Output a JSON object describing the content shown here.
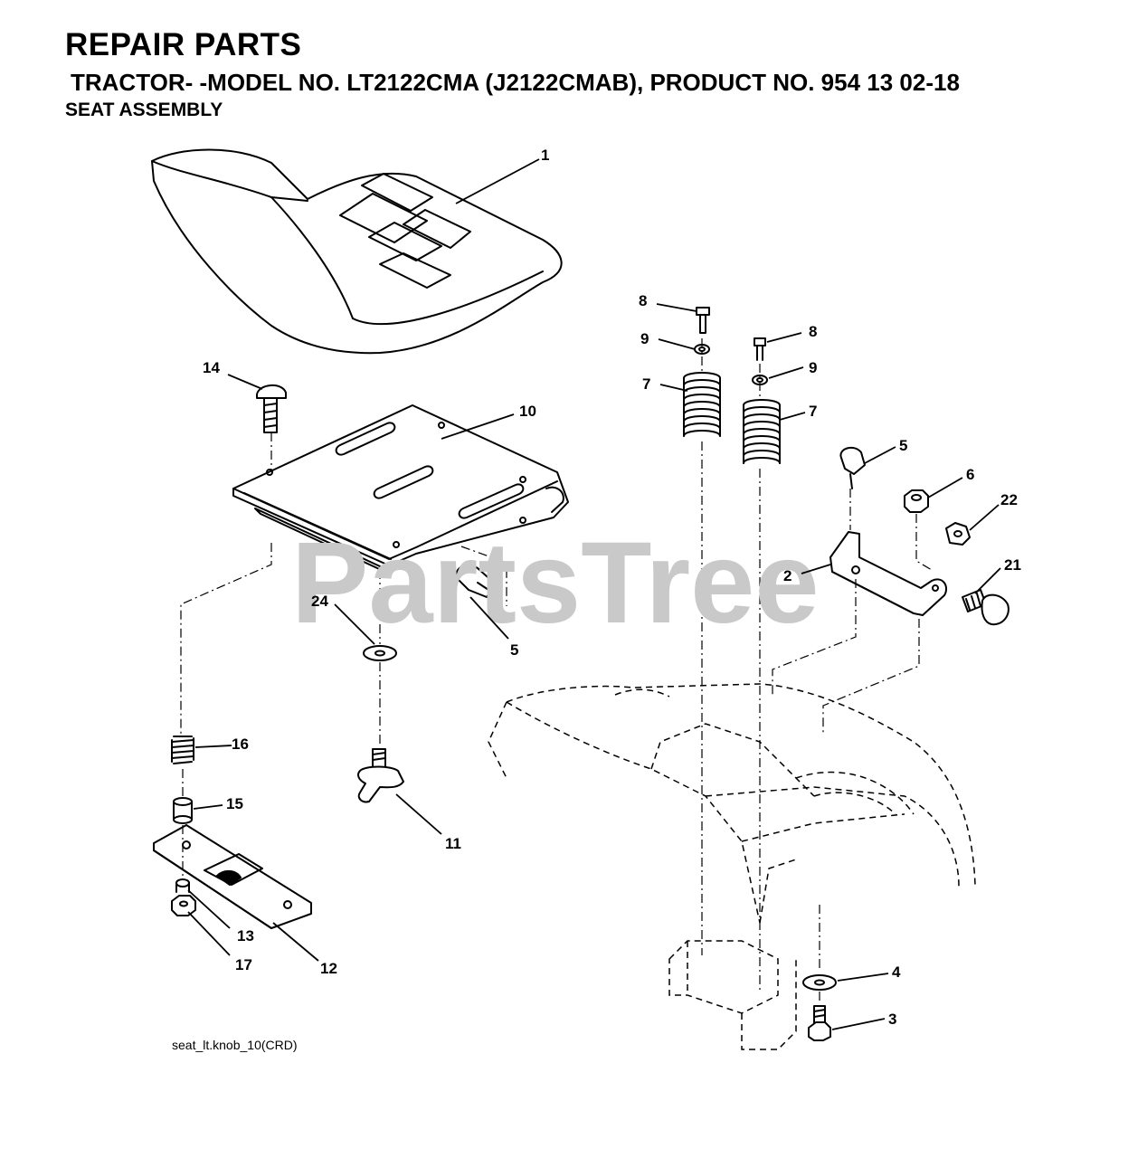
{
  "header": {
    "title": "REPAIR PARTS",
    "subtitle": "TRACTOR- -MODEL NO. LT2122CMA (J2122CMAB), PRODUCT NO. 954 13 02-18",
    "section": "SEAT ASSEMBLY"
  },
  "watermark": "PartsTree",
  "callouts": {
    "c1": "1",
    "c2": "2",
    "c3": "3",
    "c4": "4",
    "c5a": "5",
    "c5b": "5",
    "c6": "6",
    "c7a": "7",
    "c7b": "7",
    "c8a": "8",
    "c8b": "8",
    "c9a": "9",
    "c9b": "9",
    "c10": "10",
    "c11": "11",
    "c12": "12",
    "c13": "13",
    "c14": "14",
    "c15": "15",
    "c16": "16",
    "c17": "17",
    "c21": "21",
    "c22": "22",
    "c24": "24"
  },
  "file_reference": "seat_lt.knob_10(CRD)"
}
